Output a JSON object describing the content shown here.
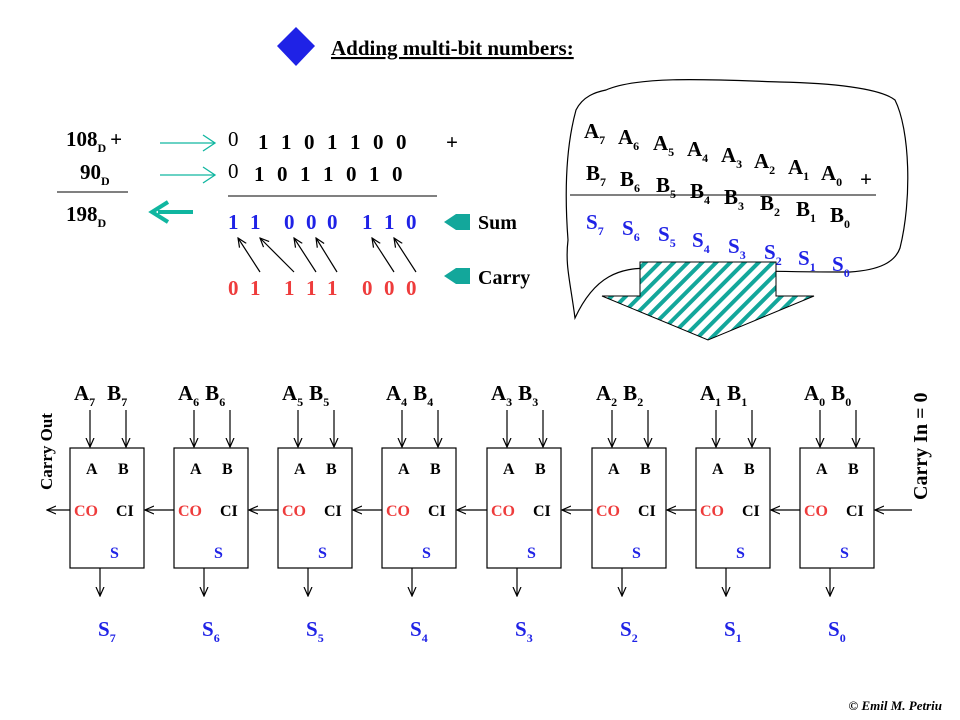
{
  "title": "Adding multi-bit numbers:",
  "decimal": {
    "a": "108",
    "a_sub": "D",
    "plus": "+",
    "b": "90",
    "b_sub": "D",
    "sum": "198",
    "sum_sub": "D"
  },
  "binary": {
    "row_a_lead": "0",
    "row_a": [
      "1",
      "1",
      "0",
      "1",
      "1",
      "0",
      "0"
    ],
    "row_a_plus": "+",
    "row_b_lead": "0",
    "row_b": [
      "1",
      "0",
      "1",
      "1",
      "0",
      "1",
      "0"
    ],
    "sum_bits": [
      "1",
      "1",
      "0",
      "0",
      "0",
      "1",
      "1",
      "0"
    ],
    "carry_bits": [
      "0",
      "1",
      "1",
      "1",
      "1",
      "0",
      "0",
      "0"
    ],
    "sum_label": "Sum",
    "carry_label": "Carry"
  },
  "bubble": {
    "a_terms": [
      {
        "l": "A",
        "s": "7"
      },
      {
        "l": "A",
        "s": "6"
      },
      {
        "l": "A",
        "s": "5"
      },
      {
        "l": "A",
        "s": "4"
      },
      {
        "l": "A",
        "s": "3"
      },
      {
        "l": "A",
        "s": "2"
      },
      {
        "l": "A",
        "s": "1"
      },
      {
        "l": "A",
        "s": "0"
      }
    ],
    "b_terms": [
      {
        "l": "B",
        "s": "7"
      },
      {
        "l": "B",
        "s": "6"
      },
      {
        "l": "B",
        "s": "5"
      },
      {
        "l": "B",
        "s": "4"
      },
      {
        "l": "B",
        "s": "3"
      },
      {
        "l": "B",
        "s": "2"
      },
      {
        "l": "B",
        "s": "1"
      },
      {
        "l": "B",
        "s": "0"
      }
    ],
    "s_terms": [
      {
        "l": "S",
        "s": "7"
      },
      {
        "l": "S",
        "s": "6"
      },
      {
        "l": "S",
        "s": "5"
      },
      {
        "l": "S",
        "s": "4"
      },
      {
        "l": "S",
        "s": "3"
      },
      {
        "l": "S",
        "s": "2"
      },
      {
        "l": "S",
        "s": "1"
      },
      {
        "l": "S",
        "s": "0"
      }
    ],
    "plus": "+"
  },
  "adders": [
    {
      "a": "A",
      "a_sub": "7",
      "b": "B",
      "b_sub": "7",
      "s": "S",
      "s_sub": "7"
    },
    {
      "a": "A",
      "a_sub": "6",
      "b": "B",
      "b_sub": "6",
      "s": "S",
      "s_sub": "6"
    },
    {
      "a": "A",
      "a_sub": "5",
      "b": "B",
      "b_sub": "5",
      "s": "S",
      "s_sub": "5"
    },
    {
      "a": "A",
      "a_sub": "4",
      "b": "B",
      "b_sub": "4",
      "s": "S",
      "s_sub": "4"
    },
    {
      "a": "A",
      "a_sub": "3",
      "b": "B",
      "b_sub": "3",
      "s": "S",
      "s_sub": "3"
    },
    {
      "a": "A",
      "a_sub": "2",
      "b": "B",
      "b_sub": "2",
      "s": "S",
      "s_sub": "2"
    },
    {
      "a": "A",
      "a_sub": "1",
      "b": "B",
      "b_sub": "1",
      "s": "S",
      "s_sub": "1"
    },
    {
      "a": "A",
      "a_sub": "0",
      "b": "B",
      "b_sub": "0",
      "s": "S",
      "s_sub": "0"
    }
  ],
  "adder_labels": {
    "a": "A",
    "b": "B",
    "co": "CO",
    "ci": "CI",
    "s": "S"
  },
  "carry_out_label": "Carry Out",
  "carry_in_label": "Carry In = 0",
  "copyright": "© Emil M. Petriu",
  "colors": {
    "blue": "#1f22e6",
    "red": "#ee3c3c",
    "bubble_arrow": "#13a79b",
    "diamond": "#1f22e6",
    "green_arrow": "#10b6a0"
  }
}
